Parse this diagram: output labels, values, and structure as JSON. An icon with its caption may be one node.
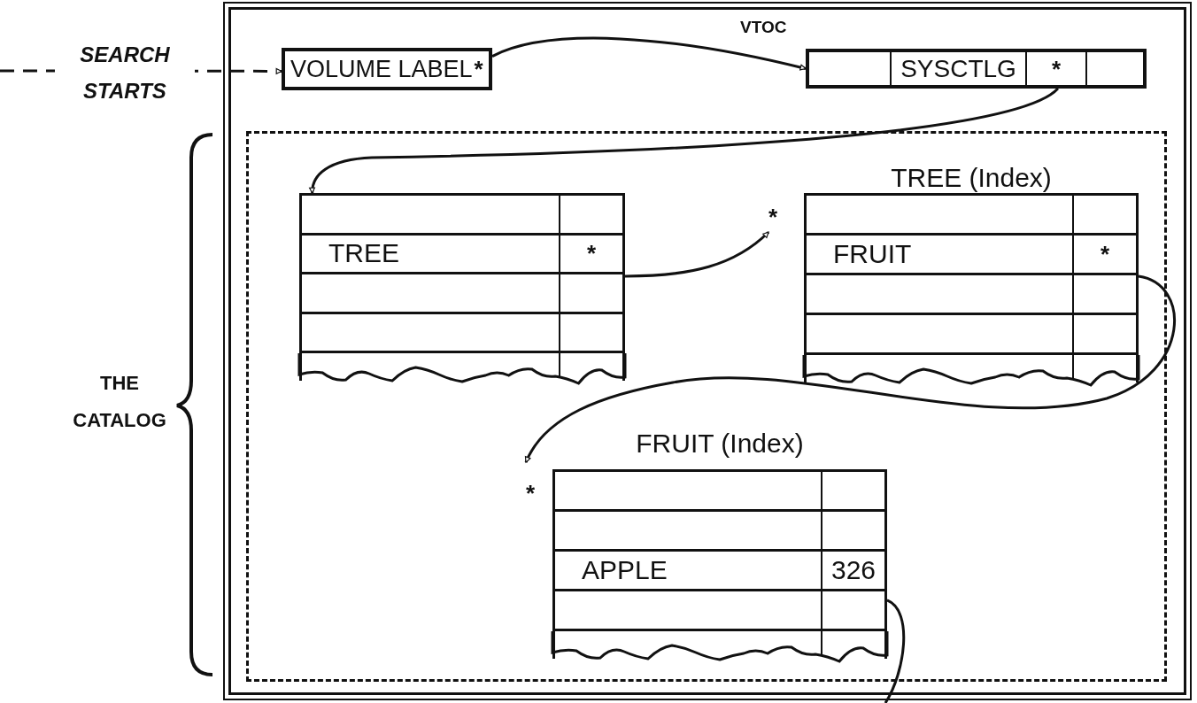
{
  "diagram": {
    "nodes": [
      {
        "text": [],
        "shape": "box"
      },
      {
        "text": [
          "VOLUME LABEL",
          "*"
        ],
        "in": 0
      },
      {
        "text": [
          "SYSCTLG",
          "*"
        ],
        "in": 0
      },
      {
        "text": [],
        "shape": "box",
        "in": 0
      },
      {
        "text": [
          "TREE",
          "*"
        ],
        "in": 3
      },
      {
        "text": [
          "TREE (Index)",
          "*",
          "FRUIT",
          "*"
        ],
        "in": 3
      },
      {
        "text": [
          "FRUIT (Index)",
          "*",
          "APPLE",
          "326"
        ],
        "in": 3
      }
    ],
    "edges": [
      {
        "from": null,
        "to": 1,
        "arrow": "to",
        "label": "SEARCH STARTS",
        "style": "dashed"
      },
      {
        "from": 1,
        "to": 2,
        "arrow": "to"
      },
      {
        "from": 2,
        "to": 4,
        "arrow": "to"
      },
      {
        "from": 4,
        "to": 5,
        "arrow": "to"
      },
      {
        "from": 5,
        "to": 6,
        "arrow": "to"
      },
      {
        "from": 6,
        "to": null,
        "arrow": "none"
      }
    ],
    "labels": [
      "VTOC",
      "THE CATALOG"
    ]
  }
}
